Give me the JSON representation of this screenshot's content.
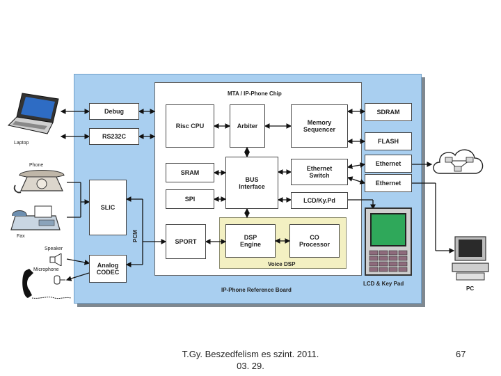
{
  "diagram": {
    "chip_title": "MTA / IP-Phone Chip",
    "board_caption": "IP-Phone Reference Board",
    "voice_dsp_label": "Voice DSP",
    "pcm_label": "PCM",
    "blocks": {
      "debug": "Debug",
      "rs232c": "RS232C",
      "slic": "SLIC",
      "analog_codec": "Analog\nCODEC",
      "risc_cpu": "Risc CPU",
      "arbiter": "Arbiter",
      "memory_sequencer": "Memory\nSequencer",
      "sram": "SRAM",
      "bus_interface": "BUS\nInterface",
      "ethernet_switch": "Ethernet\nSwitch",
      "spi": "SPI",
      "lcd_kypd": "LCD/Ky.Pd",
      "sport": "SPORT",
      "dsp_engine": "DSP\nEngine",
      "co_processor": "CO\nProcessor",
      "sdram": "SDRAM",
      "flash": "FLASH",
      "ethernet_1": "Ethernet",
      "ethernet_2": "Ethernet"
    },
    "devices": {
      "laptop": "Laptop",
      "phone": "Phone",
      "fax": "Fax",
      "speaker": "Speaker",
      "microphone": "Microphone",
      "lcd_key_pad": "LCD & Key Pad",
      "pc": "PC"
    }
  },
  "footer": {
    "line1": "T.Gy. Beszedfelism es szint. 2011.",
    "line2": "03. 29.",
    "page_number": "67"
  },
  "colors": {
    "board": "#a9cff0",
    "voice_dsp": "#f3f0c2",
    "lcd_screen": "#2fa85a"
  }
}
